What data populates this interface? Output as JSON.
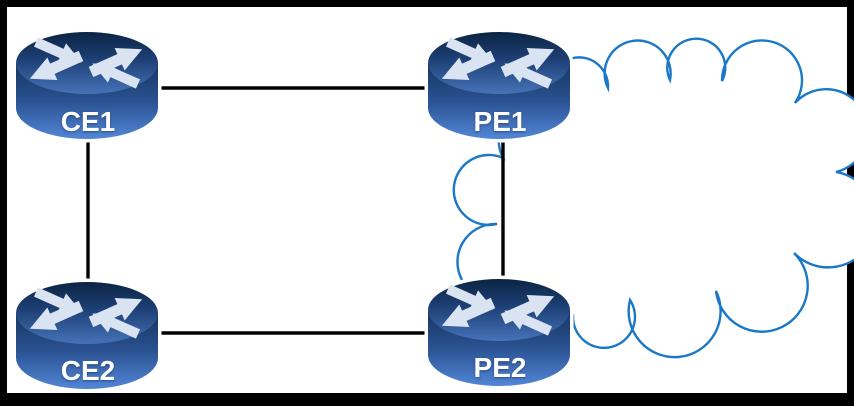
{
  "diagram": {
    "type": "network-topology",
    "frame_color": "#000000",
    "surface_color": "#ffffff"
  },
  "nodes": [
    {
      "id": "CE1",
      "label": "CE1",
      "icon": "router-icon"
    },
    {
      "id": "PE1",
      "label": "PE1",
      "icon": "router-icon"
    },
    {
      "id": "CE2",
      "label": "CE2",
      "icon": "router-icon"
    },
    {
      "id": "PE2",
      "label": "PE2",
      "icon": "router-icon"
    }
  ],
  "links": [
    {
      "from": "CE1",
      "to": "PE1"
    },
    {
      "from": "CE1",
      "to": "CE2"
    },
    {
      "from": "CE2",
      "to": "PE2"
    },
    {
      "from": "PE1",
      "to": "PE2"
    }
  ],
  "cloud": {
    "icon": "cloud-outline",
    "stroke_color": "#1979c8",
    "fill_color": "#ffffff"
  },
  "colors": {
    "link_line": "#000000",
    "router_label_text": "#ffffff",
    "router_top_gradient": [
      "#0c2443",
      "#1d4076",
      "#4673b8"
    ],
    "router_body_gradient": [
      "#16355f",
      "#2a5292",
      "#5286d6"
    ],
    "router_arrows": "#d9e3f2"
  }
}
